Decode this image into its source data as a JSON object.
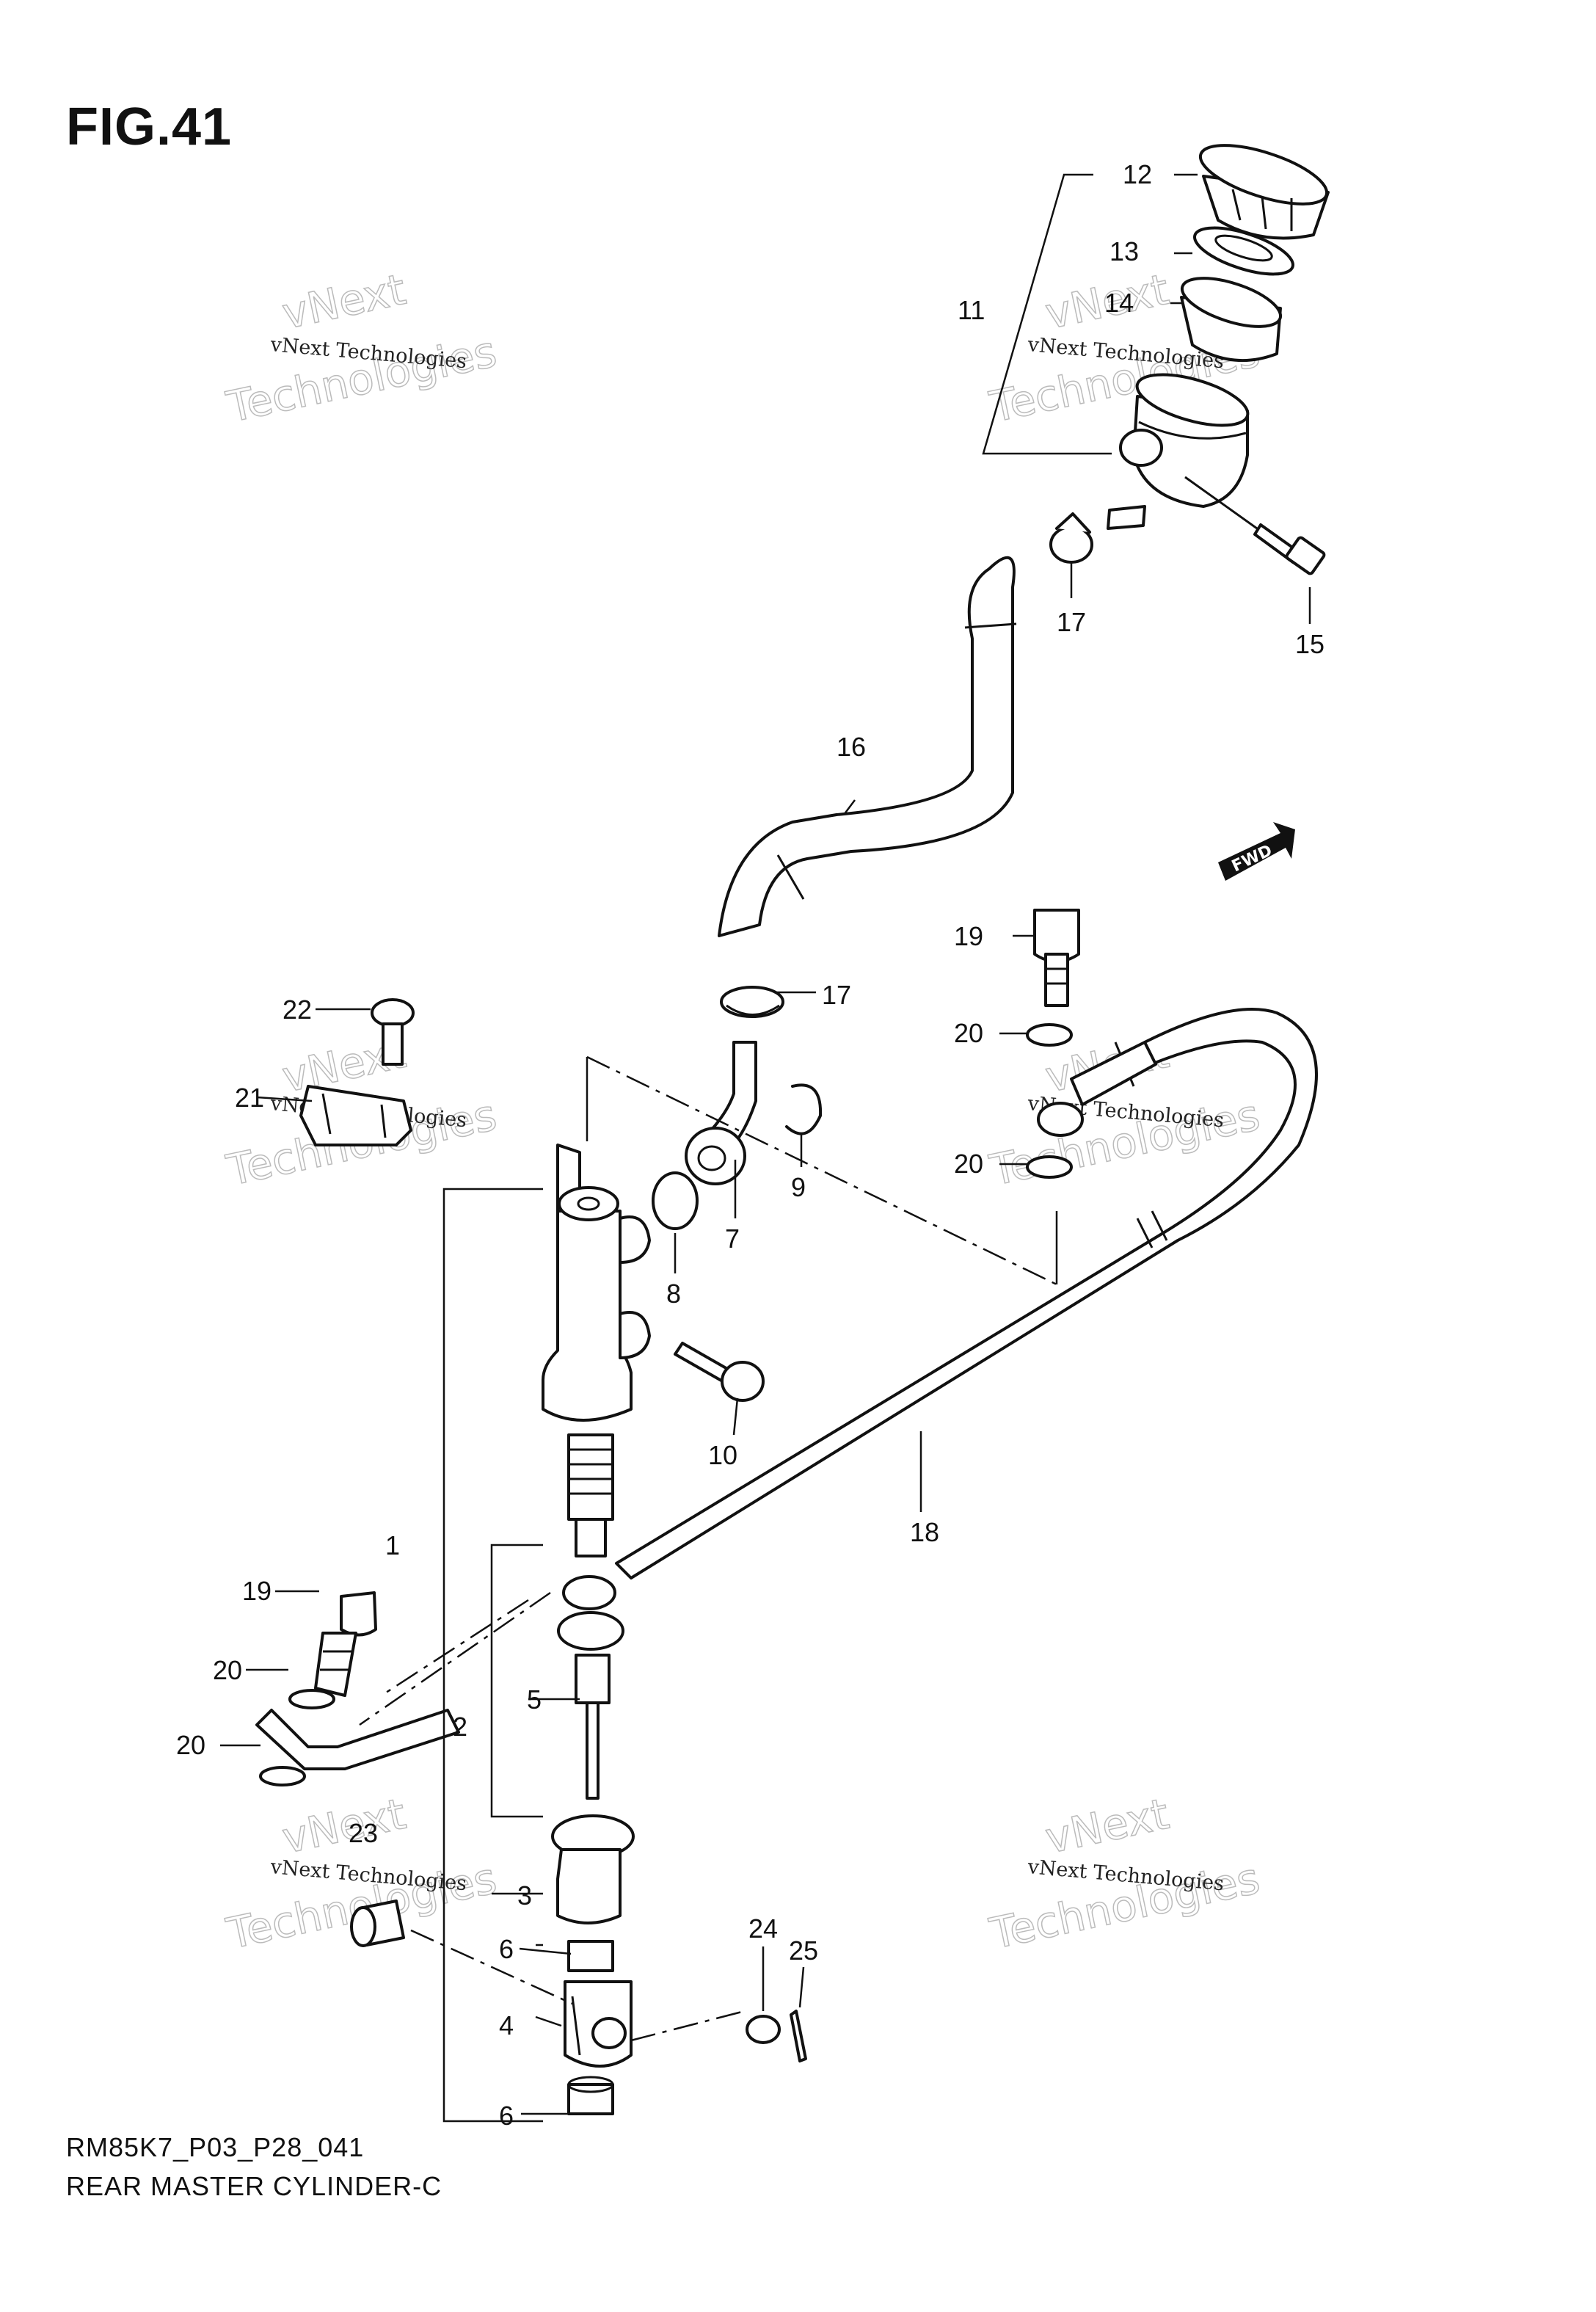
{
  "figure": {
    "title": "FIG.41",
    "model_code": "RM85K7_P03_P28_041",
    "caption": "REAR MASTER CYLINDER-C"
  },
  "watermark": {
    "line1": "vNext Technologies",
    "line2": "vNext",
    "line3": "Technologies"
  },
  "fwd_badge": "FWD",
  "callouts": {
    "c1": "1",
    "c2": "2",
    "c3": "3",
    "c4": "4",
    "c5": "5",
    "c6a": "6",
    "c6b": "6",
    "c7": "7",
    "c8": "8",
    "c9": "9",
    "c10": "10",
    "c11": "11",
    "c12": "12",
    "c13": "13",
    "c14": "14",
    "c15": "15",
    "c16": "16",
    "c17a": "17",
    "c17b": "17",
    "c18": "18",
    "c19a": "19",
    "c19b": "19",
    "c20a": "20",
    "c20b": "20",
    "c20c": "20",
    "c20d": "20",
    "c21": "21",
    "c22": "22",
    "c23": "23",
    "c24": "24",
    "c25": "25"
  }
}
